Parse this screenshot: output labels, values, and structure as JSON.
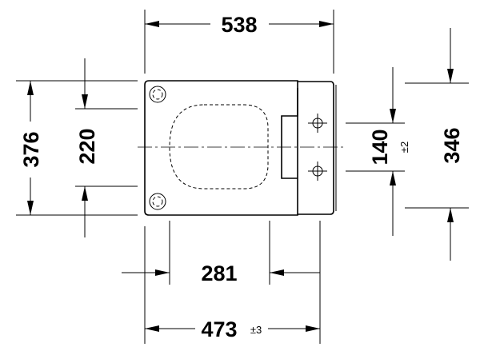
{
  "dimensions": {
    "overall_width": "538",
    "overall_depth": "376",
    "fixing_spacing": "220",
    "inner_width": "281",
    "projection": "473",
    "projection_tolerance": "±3",
    "seat_hole_spacing": "140",
    "seat_hole_tolerance": "±2",
    "seat_depth": "346"
  },
  "icons": [
    "fixing-hole-icon",
    "seat-hinge-hole-icon"
  ]
}
